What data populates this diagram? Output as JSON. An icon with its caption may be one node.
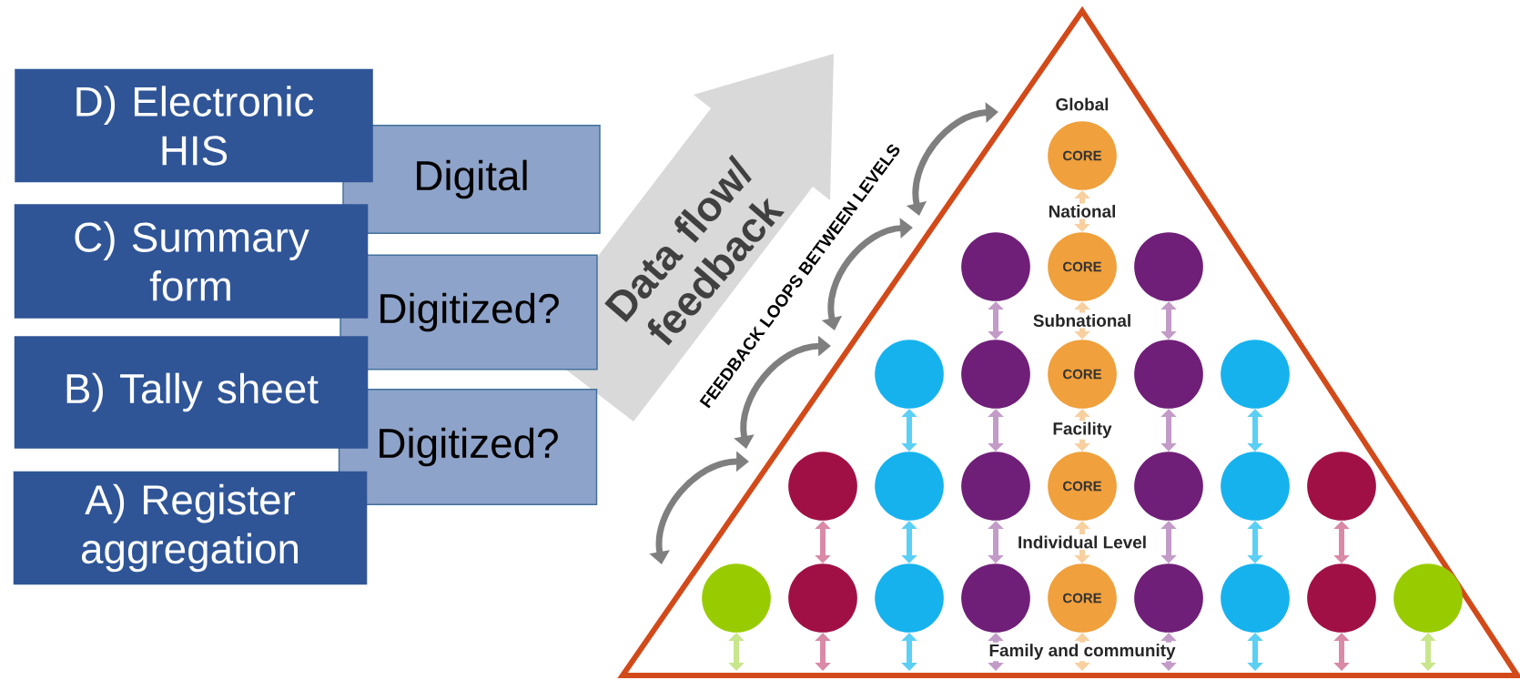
{
  "diagram": {
    "nodes": [
      {
        "text": [
          "D) Electronic HIS"
        ]
      },
      {
        "text": [
          "Digital"
        ]
      },
      {
        "text": [
          "C) Summary form"
        ]
      },
      {
        "text": [
          "Digitized?"
        ]
      },
      {
        "text": [
          "B) Tally sheet"
        ]
      },
      {
        "text": [
          "Digitized?"
        ]
      },
      {
        "text": [
          "A) Register aggregation"
        ]
      },
      {
        "text": [],
        "shape": "triangle"
      },
      {
        "text": [
          "CORE"
        ],
        "in": 7,
        "beside": [
          "Global"
        ]
      },
      {
        "text": [],
        "shape": "circle",
        "in": 7
      },
      {
        "text": [
          "CORE"
        ],
        "in": 7
      },
      {
        "text": [],
        "shape": "circle",
        "in": 7
      },
      {
        "text": [],
        "shape": "circle",
        "in": 7
      },
      {
        "text": [],
        "shape": "circle",
        "in": 7
      },
      {
        "text": [
          "CORE"
        ],
        "in": 7
      },
      {
        "text": [],
        "shape": "circle",
        "in": 7
      },
      {
        "text": [],
        "shape": "circle",
        "in": 7
      },
      {
        "text": [],
        "shape": "circle",
        "in": 7
      },
      {
        "text": [],
        "shape": "circle",
        "in": 7
      },
      {
        "text": [],
        "shape": "circle",
        "in": 7
      },
      {
        "text": [
          "CORE"
        ],
        "in": 7
      },
      {
        "text": [],
        "shape": "circle",
        "in": 7
      },
      {
        "text": [],
        "shape": "circle",
        "in": 7
      },
      {
        "text": [],
        "shape": "circle",
        "in": 7
      },
      {
        "text": [],
        "shape": "circle",
        "in": 7
      },
      {
        "text": [],
        "shape": "circle",
        "in": 7
      },
      {
        "text": [],
        "shape": "circle",
        "in": 7
      },
      {
        "text": [],
        "shape": "circle",
        "in": 7
      },
      {
        "text": [
          "CORE"
        ],
        "in": 7
      },
      {
        "text": [],
        "shape": "circle",
        "in": 7
      },
      {
        "text": [],
        "shape": "circle",
        "in": 7
      },
      {
        "text": [],
        "shape": "circle",
        "in": 7
      },
      {
        "text": [],
        "shape": "circle",
        "in": 7
      }
    ],
    "edges": [
      {
        "from": 8,
        "to": 10,
        "arrow": "both",
        "label": "National",
        "color": "#f8d0a0"
      },
      {
        "from": 9,
        "to": 13,
        "arrow": "both",
        "color": "#c39bc8"
      },
      {
        "from": 10,
        "to": 14,
        "arrow": "both",
        "label": "Subnational",
        "color": "#f8d0a0"
      },
      {
        "from": 11,
        "to": 15,
        "arrow": "both",
        "color": "#c39bc8"
      },
      {
        "from": 12,
        "to": 18,
        "arrow": "both",
        "color": "#5ccff5"
      },
      {
        "from": 13,
        "to": 19,
        "arrow": "both",
        "color": "#c39bc8"
      },
      {
        "from": 14,
        "to": 20,
        "arrow": "both",
        "label": "Facility",
        "color": "#f8d0a0"
      },
      {
        "from": 15,
        "to": 21,
        "arrow": "both",
        "color": "#c39bc8"
      },
      {
        "from": 16,
        "to": 22,
        "arrow": "both",
        "color": "#5ccff5"
      },
      {
        "from": 17,
        "to": 25,
        "arrow": "both",
        "color": "#d98aa6"
      },
      {
        "from": 18,
        "to": 26,
        "arrow": "both",
        "color": "#5ccff5"
      },
      {
        "from": 19,
        "to": 27,
        "arrow": "both",
        "color": "#c39bc8"
      },
      {
        "from": 20,
        "to": 28,
        "arrow": "both",
        "label": "Individual Level",
        "color": "#f8d0a0"
      },
      {
        "from": 21,
        "to": 29,
        "arrow": "both",
        "color": "#c39bc8"
      },
      {
        "from": 22,
        "to": 30,
        "arrow": "both",
        "color": "#5ccff5"
      },
      {
        "from": 23,
        "to": 31,
        "arrow": "both",
        "color": "#d98aa6"
      },
      {
        "from": 24,
        "to": null,
        "arrow": "both",
        "color": "#c8e68c"
      },
      {
        "from": 25,
        "to": null,
        "arrow": "both",
        "color": "#d98aa6"
      },
      {
        "from": 26,
        "to": null,
        "arrow": "both",
        "color": "#5ccff5"
      },
      {
        "from": 27,
        "to": null,
        "arrow": "both",
        "color": "#c39bc8"
      },
      {
        "from": 28,
        "to": null,
        "arrow": "both",
        "label": "Family and community",
        "color": "#f8d0a0"
      },
      {
        "from": 29,
        "to": null,
        "arrow": "both",
        "color": "#c39bc8"
      },
      {
        "from": 30,
        "to": null,
        "arrow": "both",
        "color": "#5ccff5"
      },
      {
        "from": 31,
        "to": null,
        "arrow": "both",
        "color": "#d98aa6"
      },
      {
        "from": 32,
        "to": null,
        "arrow": "both",
        "color": "#c8e68c"
      }
    ],
    "labels": [
      "Data flow/ feedback",
      "FEEDBACK LOOPS BETWEEN LEVELS"
    ]
  }
}
